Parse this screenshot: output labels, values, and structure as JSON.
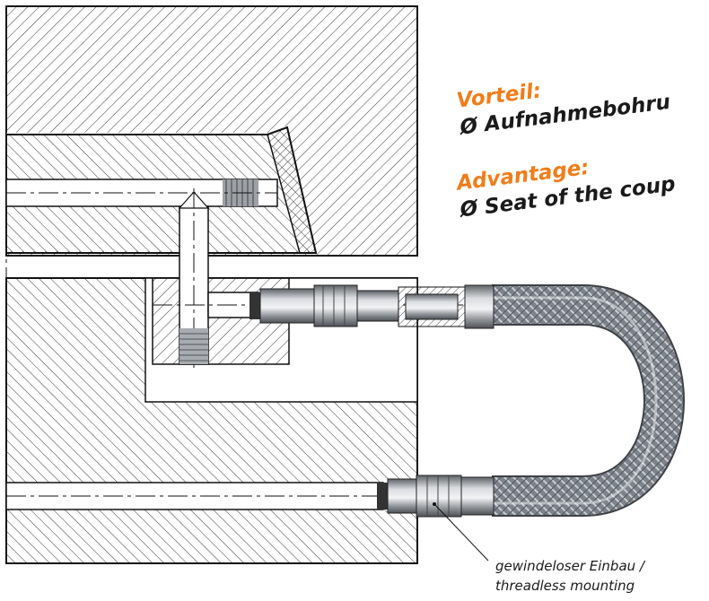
{
  "annotations": {
    "vorteil_heading": "Vorteil:",
    "vorteil_text": "Ø Aufnahmebohru",
    "advantage_heading": "Advantage:",
    "advantage_text": "Ø Seat of the coup",
    "callout_de": "gewindeloser Einbau /",
    "callout_en": "threadless mounting"
  },
  "colors": {
    "accent": "#f07d1a",
    "text": "#1a1a1a",
    "hatch": "#222222",
    "hose_braid": "#8a8f96",
    "metal": "#9aa0a6"
  },
  "icons": {
    "coupling_upper": "quick-coupling-icon",
    "coupling_lower": "quick-coupling-icon",
    "hose": "braided-hose-icon"
  }
}
